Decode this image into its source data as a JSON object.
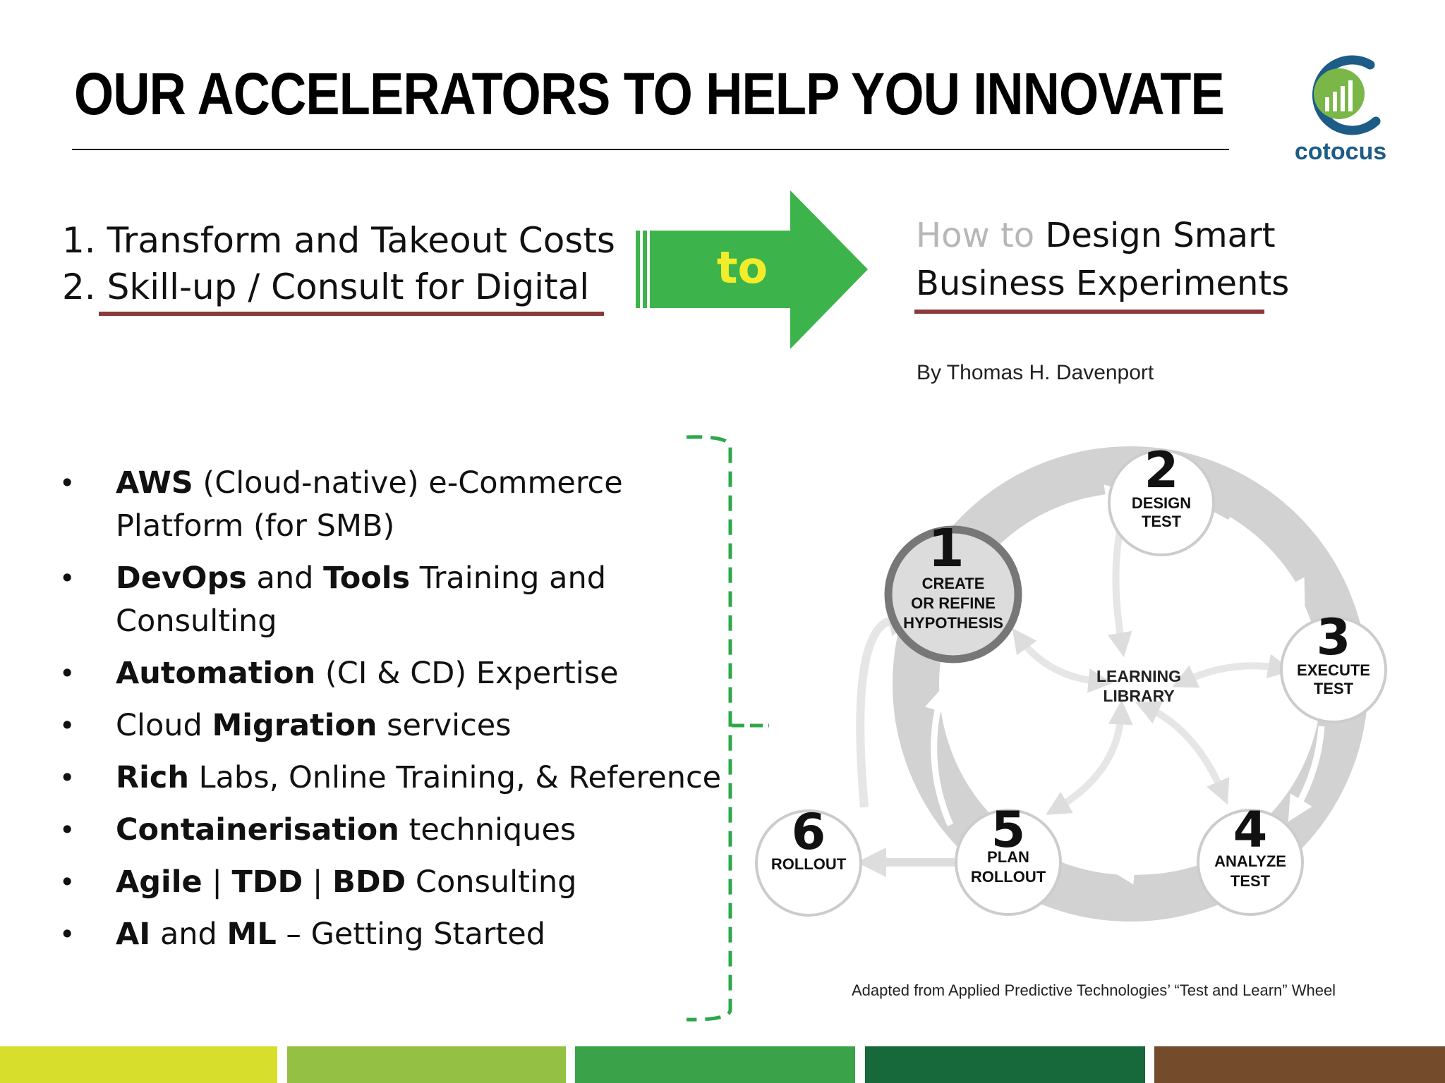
{
  "title": "OUR ACCELERATORS TO HELP YOU INNOVATE",
  "logo": {
    "text": "cotocus",
    "color_blue": "#1c5c86",
    "color_green": "#7ab648"
  },
  "goals": [
    "1. Transform and Takeout Costs",
    "2. Skill-up / Consult for Digital"
  ],
  "arrow_label": "to",
  "book": {
    "light_prefix": "How to",
    "title_rest": "Design Smart",
    "title_line2": "Business Experiments",
    "author": "By Thomas H. Davenport"
  },
  "bullets": [
    {
      "bold": "AWS",
      "rest": " (Cloud-native) e-Commerce Platform (for SMB)"
    },
    {
      "bold": "DevOps",
      "mid": " and ",
      "bold2": "Tools",
      "rest": " Training and Consulting"
    },
    {
      "bold": "Automation",
      "rest": " (CI & CD) Expertise"
    },
    {
      "pre": "Cloud ",
      "bold": "Migration",
      "rest": " services"
    },
    {
      "bold": "Rich",
      "rest": " Labs, Online Training, & Reference"
    },
    {
      "bold": "Containerisation",
      "rest": " techniques"
    },
    {
      "bold": "Agile",
      "mid": " | ",
      "bold2": "TDD",
      "mid2": " | ",
      "bold3": "BDD",
      "rest": " Consulting"
    },
    {
      "bold": "AI",
      "mid": " and ",
      "bold2": "ML",
      "rest": " – Getting Started"
    }
  ],
  "wheel": {
    "center": [
      "LEARNING",
      "LIBRARY"
    ],
    "steps": [
      {
        "num": "1",
        "lines": [
          "CREATE",
          "OR REFINE",
          "HYPOTHESIS"
        ]
      },
      {
        "num": "2",
        "lines": [
          "DESIGN",
          "TEST"
        ]
      },
      {
        "num": "3",
        "lines": [
          "EXECUTE",
          "TEST"
        ]
      },
      {
        "num": "4",
        "lines": [
          "ANALYZE",
          "TEST"
        ]
      },
      {
        "num": "5",
        "lines": [
          "PLAN",
          "ROLLOUT"
        ]
      },
      {
        "num": "6",
        "lines": [
          "ROLLOUT"
        ]
      }
    ],
    "caption": "Adapted from Applied Predictive Technologies’ “Test and Learn” Wheel"
  },
  "footer_colors": [
    "#d7de2b",
    "#94c043",
    "#3aa34a",
    "#17683a",
    "#744c2c"
  ],
  "colors": {
    "accent_green": "#3cb44b",
    "arrow_text": "#f3ec2a",
    "underline": "#8b3a3a",
    "bracket": "#2ca84a"
  }
}
